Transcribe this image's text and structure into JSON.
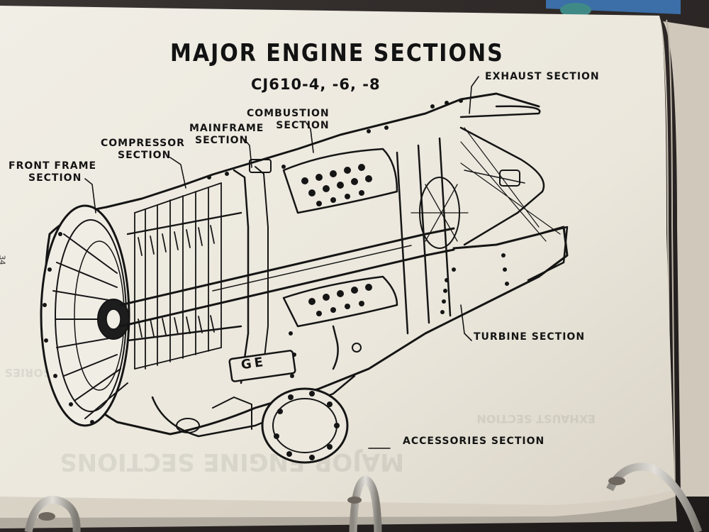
{
  "manual_page": {
    "title": "MAJOR ENGINE SECTIONS",
    "subtitle": "CJ610-4, -6, -8",
    "page_number": "34",
    "engine_badge": "GE",
    "callouts": {
      "exhaust": "EXHAUST SECTION",
      "combustion_line1": "COMBUSTION",
      "combustion_line2": "SECTION",
      "mainframe_line1": "MAINFRAME",
      "mainframe_line2": "SECTION",
      "compressor_line1": "COMPRESSOR",
      "compressor_line2": "SECTION",
      "front_frame_line1": "FRONT FRAME",
      "front_frame_line2": "SECTION",
      "turbine": "TURBINE SECTION",
      "accessories": "ACCESSORIES SECTION"
    }
  },
  "colors": {
    "paper": "#eeeadf",
    "ink": "#151515",
    "background": "#2a2523",
    "binder_ring": "#b9b5ae",
    "tab": "#3c6ea8"
  }
}
